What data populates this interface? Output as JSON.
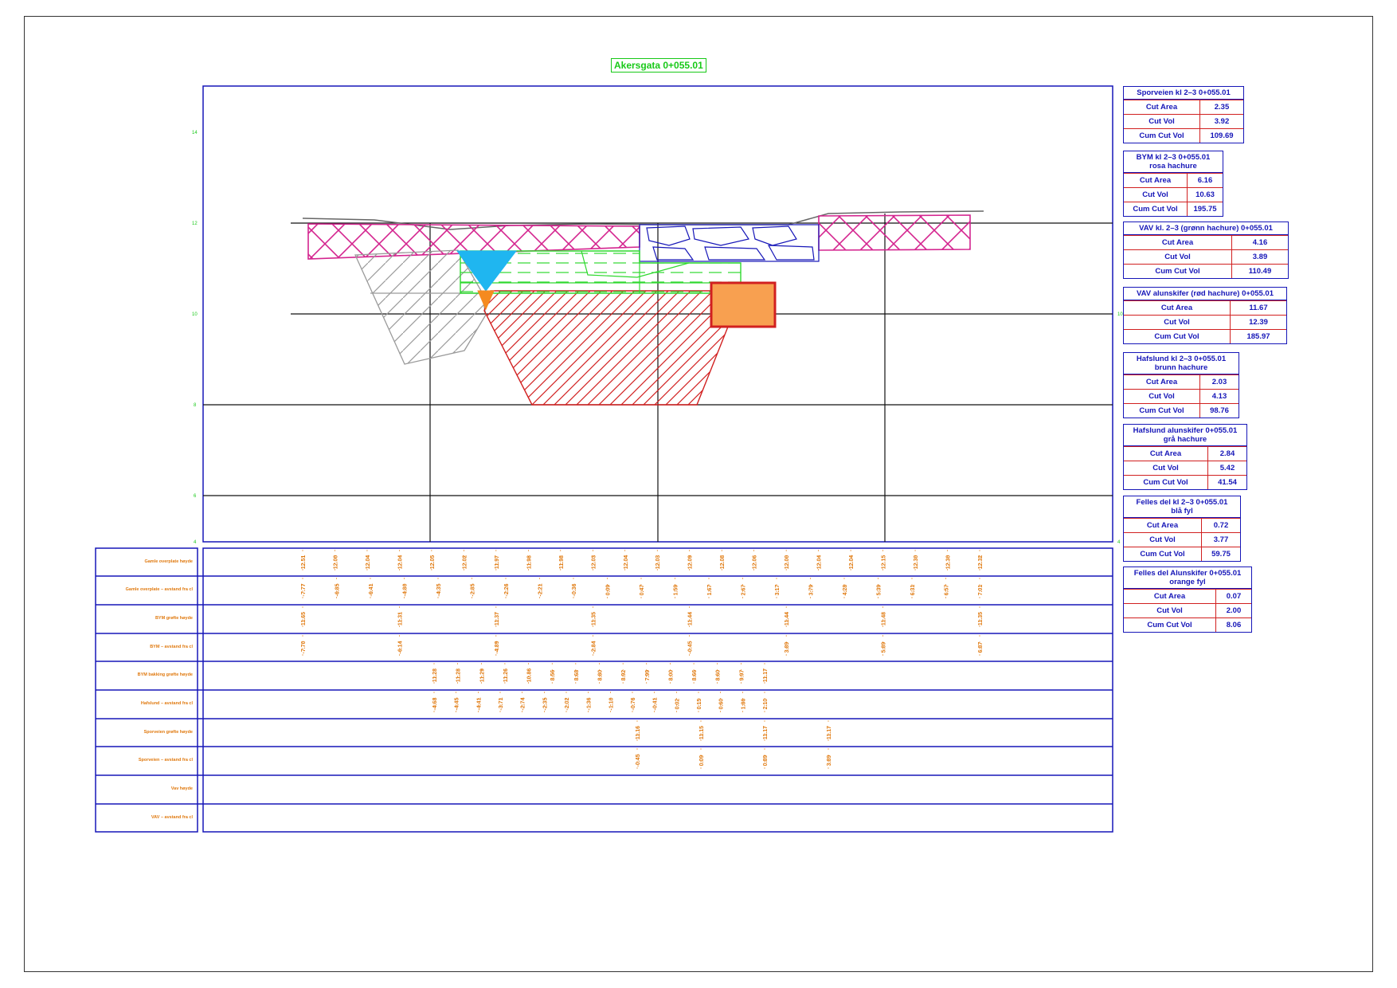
{
  "drawing": {
    "title": "Akersgata 0+055.01",
    "y_axis_labels": [
      "14",
      "12",
      "10",
      "8",
      "6",
      "4"
    ],
    "right_axis_labels": [
      "10",
      "4"
    ]
  },
  "volume_tables": [
    {
      "heading": [
        "Sporveien kl 2–3 0+055.01"
      ],
      "rows": [
        {
          "label": "Cut Area",
          "value": "2.35"
        },
        {
          "label": "Cut Vol",
          "value": "3.92"
        },
        {
          "label": "Cum Cut Vol",
          "value": "109.69"
        }
      ]
    },
    {
      "heading": [
        "BYM kl 2–3 0+055.01",
        "rosa hachure"
      ],
      "rows": [
        {
          "label": "Cut Area",
          "value": "6.16"
        },
        {
          "label": "Cut Vol",
          "value": "10.63"
        },
        {
          "label": "Cum Cut Vol",
          "value": "195.75"
        }
      ]
    },
    {
      "heading": [
        "VAV kl. 2–3 (grønn hachure) 0+055.01"
      ],
      "rows": [
        {
          "label": "Cut Area",
          "value": "4.16"
        },
        {
          "label": "Cut Vol",
          "value": "3.89"
        },
        {
          "label": "Cum Cut Vol",
          "value": "110.49"
        }
      ]
    },
    {
      "heading": [
        "VAV alunskifer (rød hachure) 0+055.01"
      ],
      "rows": [
        {
          "label": "Cut Area",
          "value": "11.67"
        },
        {
          "label": "Cut Vol",
          "value": "12.39"
        },
        {
          "label": "Cum Cut Vol",
          "value": "185.97"
        }
      ]
    },
    {
      "heading": [
        "Hafslund kl 2–3 0+055.01",
        "brunn hachure"
      ],
      "rows": [
        {
          "label": "Cut Area",
          "value": "2.03"
        },
        {
          "label": "Cut Vol",
          "value": "4.13"
        },
        {
          "label": "Cum Cut Vol",
          "value": "98.76"
        }
      ]
    },
    {
      "heading": [
        "Hafslund alunskifer 0+055.01",
        "grå hachure"
      ],
      "rows": [
        {
          "label": "Cut Area",
          "value": "2.84"
        },
        {
          "label": "Cut Vol",
          "value": "5.42"
        },
        {
          "label": "Cum Cut Vol",
          "value": "41.54"
        }
      ]
    },
    {
      "heading": [
        "Felles del kl 2–3 0+055.01",
        "blå fyl"
      ],
      "rows": [
        {
          "label": "Cut Area",
          "value": "0.72"
        },
        {
          "label": "Cut Vol",
          "value": "3.77"
        },
        {
          "label": "Cum Cut Vol",
          "value": "59.75"
        }
      ]
    },
    {
      "heading": [
        "Felles del Alunskifer 0+055.01",
        "orange fyl"
      ],
      "rows": [
        {
          "label": "Cut Area",
          "value": "0.07"
        },
        {
          "label": "Cut Vol",
          "value": "2.00"
        },
        {
          "label": "Cum Cut Vol",
          "value": "8.06"
        }
      ]
    }
  ],
  "data_bands": [
    {
      "label": "Gamle overplate høyde",
      "values": [
        "12.51",
        "12.00",
        "12.04",
        "12.04",
        "12.05",
        "12.02",
        "11.97",
        "11.98",
        "11.98",
        "12.03",
        "12.04",
        "12.03",
        "12.09",
        "12.08",
        "12.06",
        "12.00",
        "12.04",
        "12.04",
        "12.15",
        "12.30",
        "12.30",
        "12.32"
      ]
    },
    {
      "label": "Gamle overplate – avstand fra cl",
      "values": [
        "-7.77",
        "-6.85",
        "-6.41",
        "-4.80",
        "-4.35",
        "-2.85",
        "-2.26",
        "-2.21",
        "-0.36",
        "0.09",
        "0.47",
        "1.59",
        "1.67",
        "2.67",
        "3.17",
        "3.79",
        "4.28",
        "5.39",
        "6.31",
        "6.57",
        "7.01"
      ]
    },
    {
      "label": "BYM grøfte høyde",
      "values": [
        "11.65",
        "11.31",
        "11.37",
        "11.35",
        "11.44",
        "11.44",
        "11.48",
        "11.35"
      ]
    },
    {
      "label": "BYM – avstand fra cl",
      "values": [
        "-7.70",
        "-6.14",
        "-4.89",
        "-2.84",
        "-0.45",
        "3.89",
        "5.89",
        "6.87"
      ]
    },
    {
      "label": "BYM bakking grøfte høyde",
      "values": [
        "11.28",
        "11.28",
        "11.29",
        "11.26",
        "10.86",
        "8.56",
        "8.68",
        "8.80",
        "8.92",
        "7.99",
        "8.00",
        "8.66",
        "8.60",
        "9.97",
        "11.17"
      ]
    },
    {
      "label": "Hafslund – avstand fra cl",
      "values": [
        "-4.68",
        "-4.45",
        "-4.41",
        "-3.71",
        "-2.74",
        "-2.35",
        "-2.02",
        "-1.36",
        "-1.10",
        "-0.76",
        "-0.41",
        "0.02",
        "0.15",
        "0.60",
        "1.86",
        "2.10"
      ]
    },
    {
      "label": "Sporveien grøfte høyde",
      "values": [
        "11.16",
        "11.15",
        "11.17",
        "11.17"
      ]
    },
    {
      "label": "Sporveien – avstand fra cl",
      "values": [
        "-0.45",
        "0.09",
        "0.89",
        "3.89"
      ]
    },
    {
      "label": "Vav høyde",
      "values": []
    },
    {
      "label": "VAV – avstand fra cl",
      "values": []
    }
  ],
  "colors": {
    "frame_blue": "#1616b8",
    "cell_red": "#d12020",
    "bym_pink": "#d4258f",
    "vav_green": "#2ed82e",
    "alun_red": "#d12020",
    "haf_grey": "#9a9a9a",
    "felles_blue": "#1fb6f0",
    "felles_orange": "#f58a1f",
    "label_orange": "#e07a10"
  }
}
